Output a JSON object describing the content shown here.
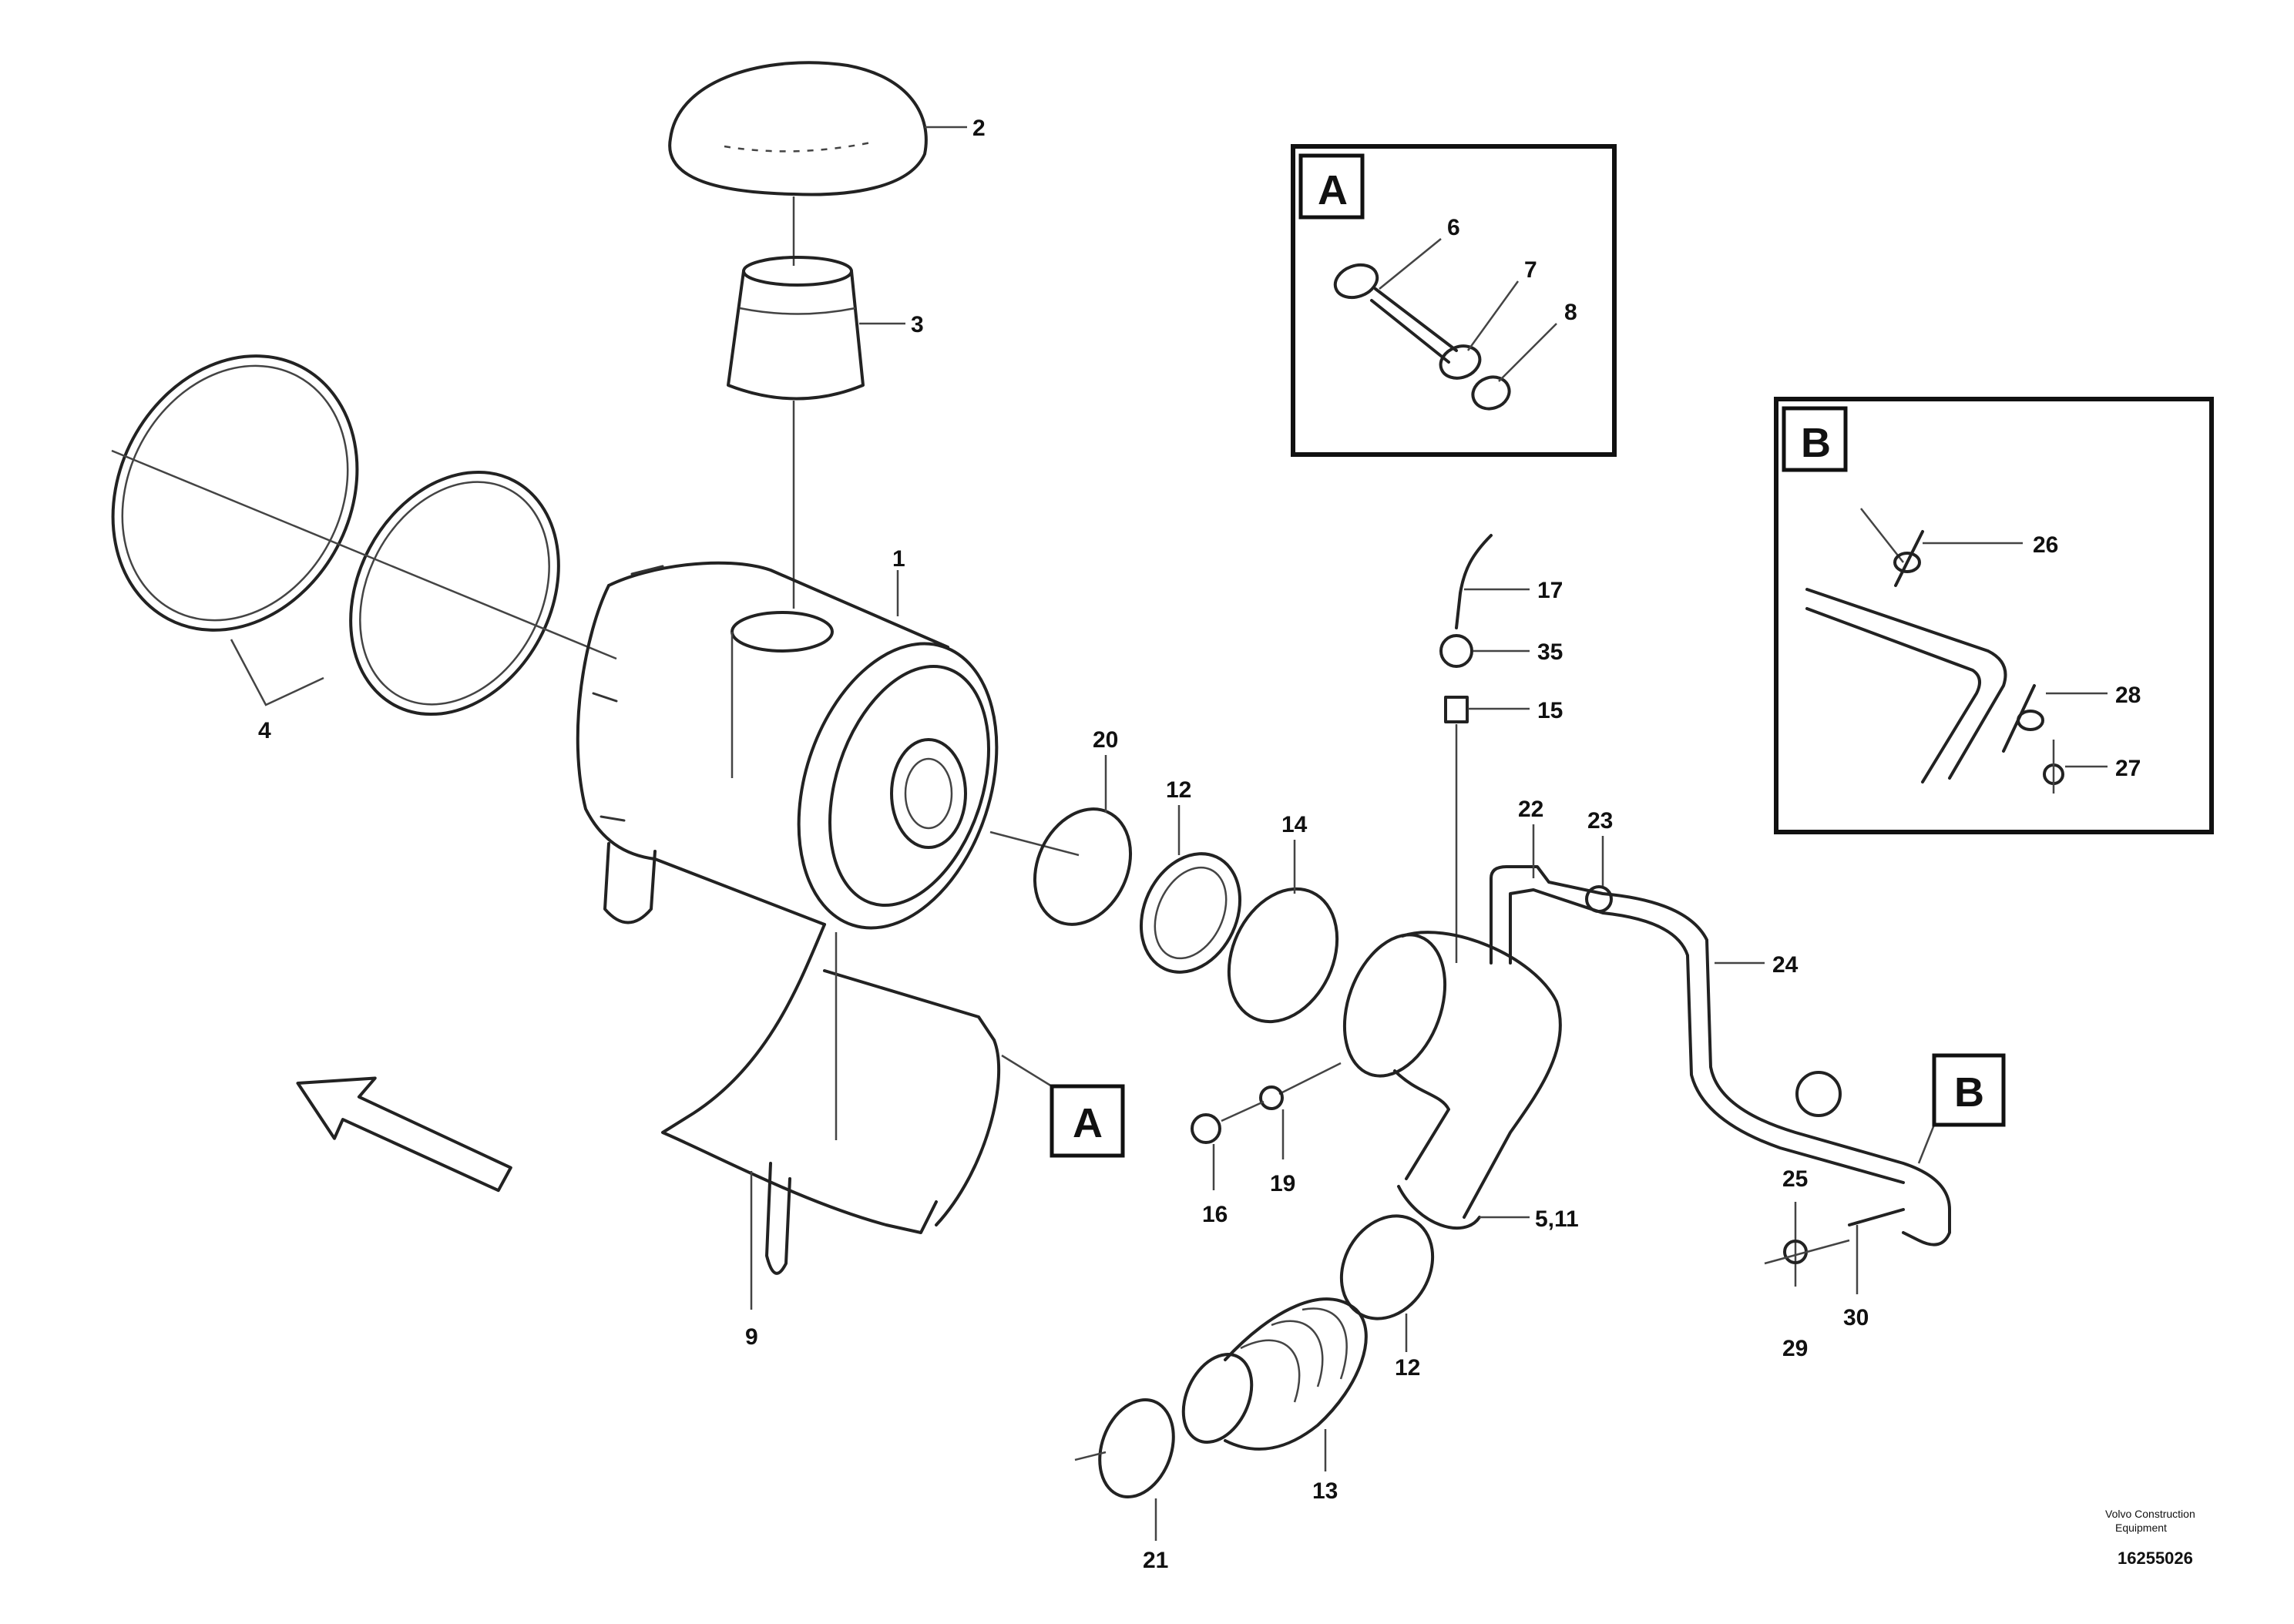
{
  "inset_a": {
    "title": "A",
    "labels": [
      "6",
      "7",
      "8"
    ]
  },
  "inset_b": {
    "title": "B",
    "labels": [
      "26",
      "28",
      "27"
    ]
  },
  "callouts": {
    "A": "A",
    "B": "B"
  },
  "part_labels": {
    "p2": "2",
    "p3": "3",
    "p1": "1",
    "p4": "4",
    "p20": "20",
    "p12a": "12",
    "p14a": "14",
    "p17": "17",
    "p35": "35",
    "p15": "15",
    "p22": "22",
    "p23": "23",
    "p24": "24",
    "p9": "9",
    "p16": "16",
    "p19": "19",
    "p511": "5,11",
    "p12b": "12",
    "p13": "13",
    "p21": "21",
    "p25": "25",
    "p29": "29",
    "p30": "30"
  },
  "reference": {
    "line1": "Volvo Construction",
    "line2": "Equipment",
    "code": "16255026"
  }
}
